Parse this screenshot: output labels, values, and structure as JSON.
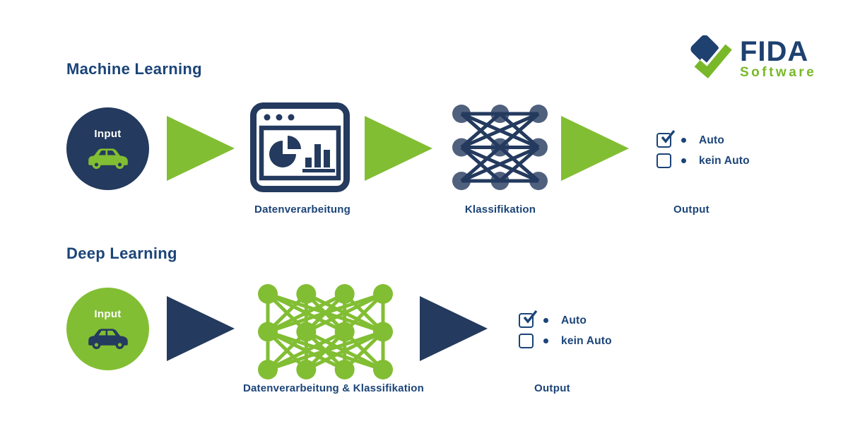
{
  "logo": {
    "brand": "FIDA",
    "subtitle": "Software"
  },
  "colors": {
    "navy": "#243A5E",
    "text_blue": "#1B4478",
    "green": "#82BE33",
    "background": "#FFFFFF"
  },
  "machine_learning": {
    "title": "Machine Learning",
    "input_label": "Input",
    "step1_label": "Datenverarbeitung",
    "step2_label": "Klassifikation",
    "output_label": "Output",
    "options": [
      {
        "label": "Auto",
        "checked": true
      },
      {
        "label": "kein Auto",
        "checked": false
      }
    ]
  },
  "deep_learning": {
    "title": "Deep Learning",
    "input_label": "Input",
    "step_label": "Datenverarbeitung & Klassifikation",
    "output_label": "Output",
    "options": [
      {
        "label": "Auto",
        "checked": true
      },
      {
        "label": "kein Auto",
        "checked": false
      }
    ]
  }
}
